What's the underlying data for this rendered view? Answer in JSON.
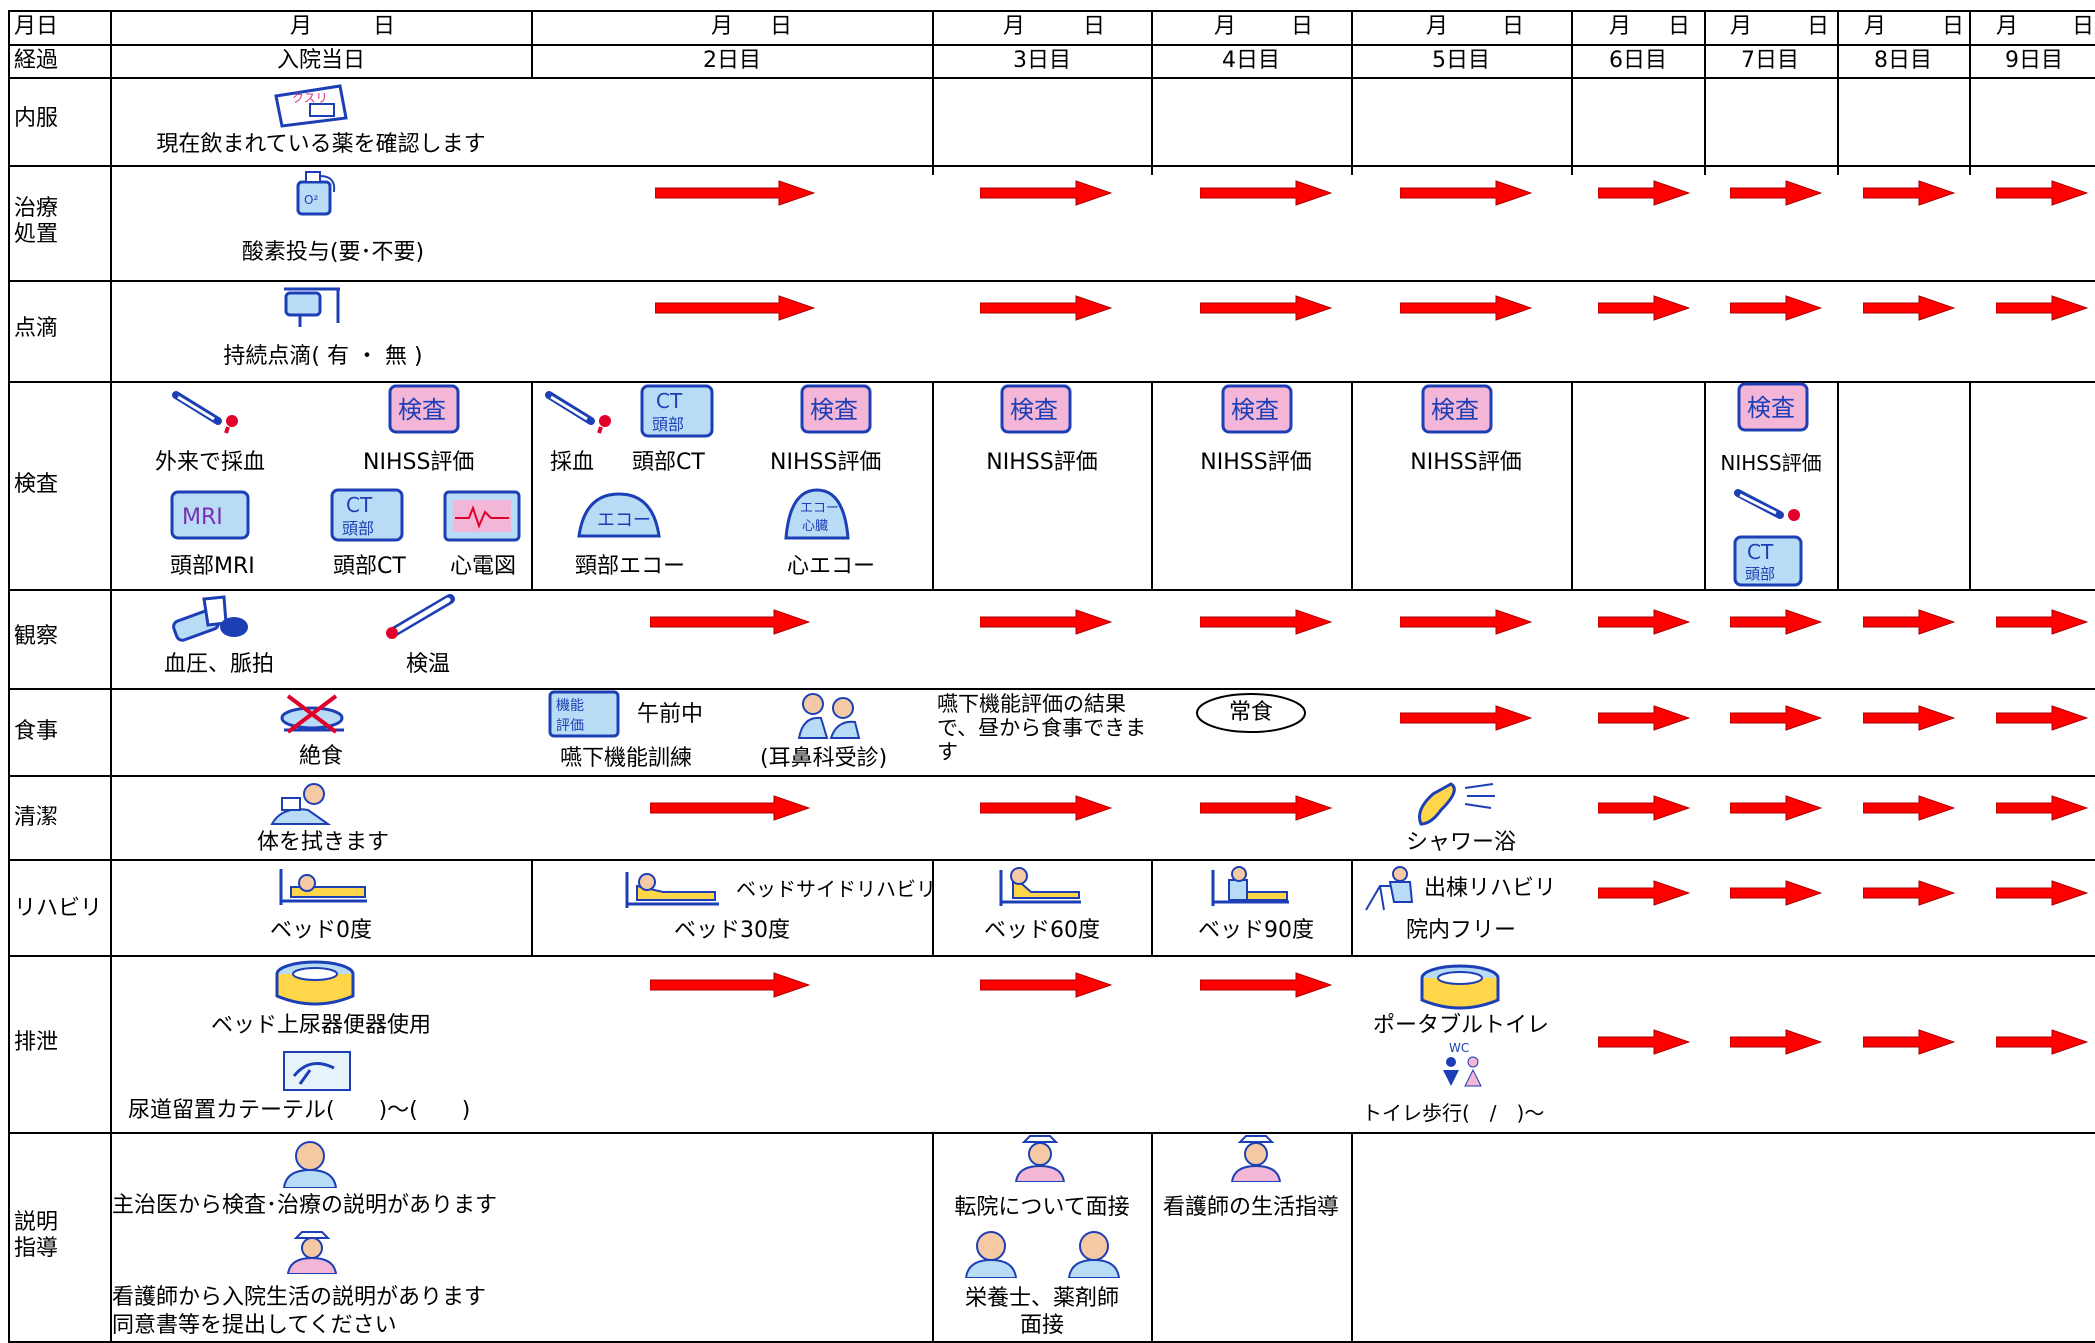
{
  "header": {
    "date_row_label": "月日",
    "elapsed_row_label": "経過",
    "month_label": "月",
    "day_label": "日",
    "days": [
      "入院当日",
      "2日目",
      "3日目",
      "4日目",
      "5日目",
      "6日目",
      "7日目",
      "8日目",
      "9日目"
    ]
  },
  "rows": {
    "medication": {
      "label": "内服",
      "badge_text": "クスリ",
      "text": "現在飲まれている薬を確認します"
    },
    "treatment": {
      "label": "治療\n処置",
      "text": "酸素投与(要･不要)"
    },
    "drip": {
      "label": "点滴",
      "text": "持続点滴( 有 ・ 無 )"
    },
    "exam": {
      "label": "検査",
      "day1": {
        "blood": "外来で採血",
        "nihss": "NIHSS評価",
        "mri": "頭部MRI",
        "ct": "頭部CT",
        "ecg": "心電図"
      },
      "day2": {
        "blood": "採血",
        "ct": "頭部CT",
        "nihss": "NIHSS評価",
        "echo_neck": "頸部エコー",
        "echo_heart": "心エコー"
      },
      "day3": "NIHSS評価",
      "day4": "NIHSS評価",
      "day5": "NIHSS評価",
      "day7": "NIHSS評価",
      "badge_kensa": "検査",
      "badge_mri": "MRI",
      "badge_ct": "CT",
      "badge_ct_sub": "頭部",
      "badge_echo": "エコー",
      "badge_echo_heart": "エコー心臓"
    },
    "observation": {
      "label": "観察",
      "bp": "血圧、脈拍",
      "temp": "検温"
    },
    "meal": {
      "label": "食事",
      "fasting": "絶食",
      "swallow_badge": "機能評価",
      "morning": "午前中",
      "swallow_training": "嚥下機能訓練",
      "ent": "(耳鼻科受診)",
      "day3_note": "嚥下機能評価の結果で、昼から食事できます",
      "normal_meal": "常食"
    },
    "hygiene": {
      "label": "清潔",
      "wipe": "体を拭きます",
      "shower": "シャワー浴"
    },
    "rehab": {
      "label": "リハビリ",
      "bed0": "ベッド0度",
      "bedside": "ベッドサイドリハビリ",
      "bed30": "ベッド30度",
      "bed60": "ベッド60度",
      "bed90": "ベッド90度",
      "ward": "出棟リハビリ",
      "free": "院内フリー"
    },
    "excretion": {
      "label": "排泄",
      "bedpan": "ベッド上尿器便器使用",
      "catheter": "尿道留置カテーテル(　　)～(　　)",
      "portable": "ポータブルトイレ",
      "toilet_walk": "トイレ歩行(　/　)～",
      "wc": "WC"
    },
    "guidance": {
      "label": "説明\n指導",
      "doctor": "主治医から検査･治療の説明があります",
      "nurse": "看護師から入院生活の説明があります",
      "consent": "同意書等を提出してください",
      "transfer": "転院について面接",
      "nurse_life": "看護師の生活指導",
      "nutrition": "栄養士、薬剤師",
      "interview": "面接"
    }
  },
  "colors": {
    "arrow": "#ff0000",
    "icon_blue": "#1d3fb5",
    "icon_fill": "#b8dcf5",
    "badge_pink": "#f3b6d6",
    "text": "#000000"
  }
}
